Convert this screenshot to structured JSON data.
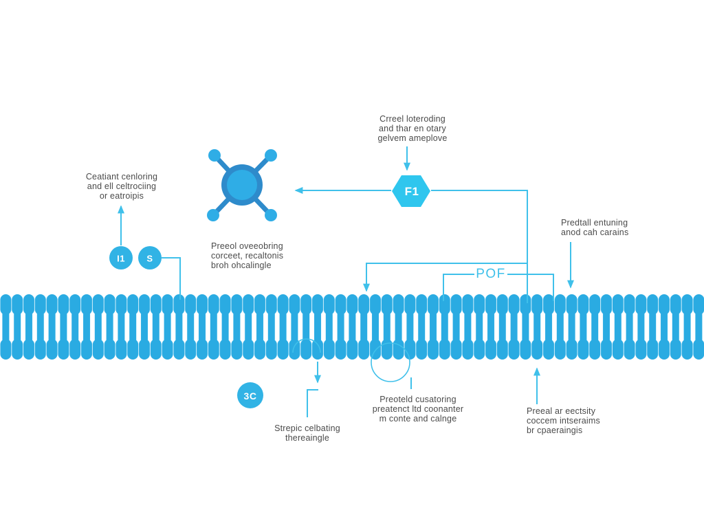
{
  "diagram": {
    "labels": {
      "top_center": "Crreel loteroding\nand thar en otary\ngelvem ameplove",
      "left": "Ceatiant cenloring\nand ell celtrociing\nor eatroipis",
      "molecule_caption": "Preeol oveeobring\ncorceet, recaltonis\nbroh ohcalingle",
      "right_upper": "Predtall entuning\nanod cah carains",
      "pof": "POF",
      "bottom_mid": "Preoteld cusatoring\npreatenct ltd coonanter\nm conte and calnge",
      "bottom_left": "Strepic celbating\nthereaingle",
      "bottom_right": "Preeal ar eectsity\ncoccem intseraims\nbr cpaeraingis"
    },
    "nodes": {
      "hexagon": "F1",
      "circle_i1": "I1",
      "circle_s": "S",
      "circle_3c": "3C"
    },
    "colors": {
      "line": "#3fc0ea",
      "membrane": "#2aabe2",
      "node_fill": "#31b3e5",
      "hexagon_fill": "#2fc6ee",
      "molecule_ring": "#2e8bcb",
      "molecule_inner": "#2fade6",
      "text": "#4a4a4a"
    }
  }
}
